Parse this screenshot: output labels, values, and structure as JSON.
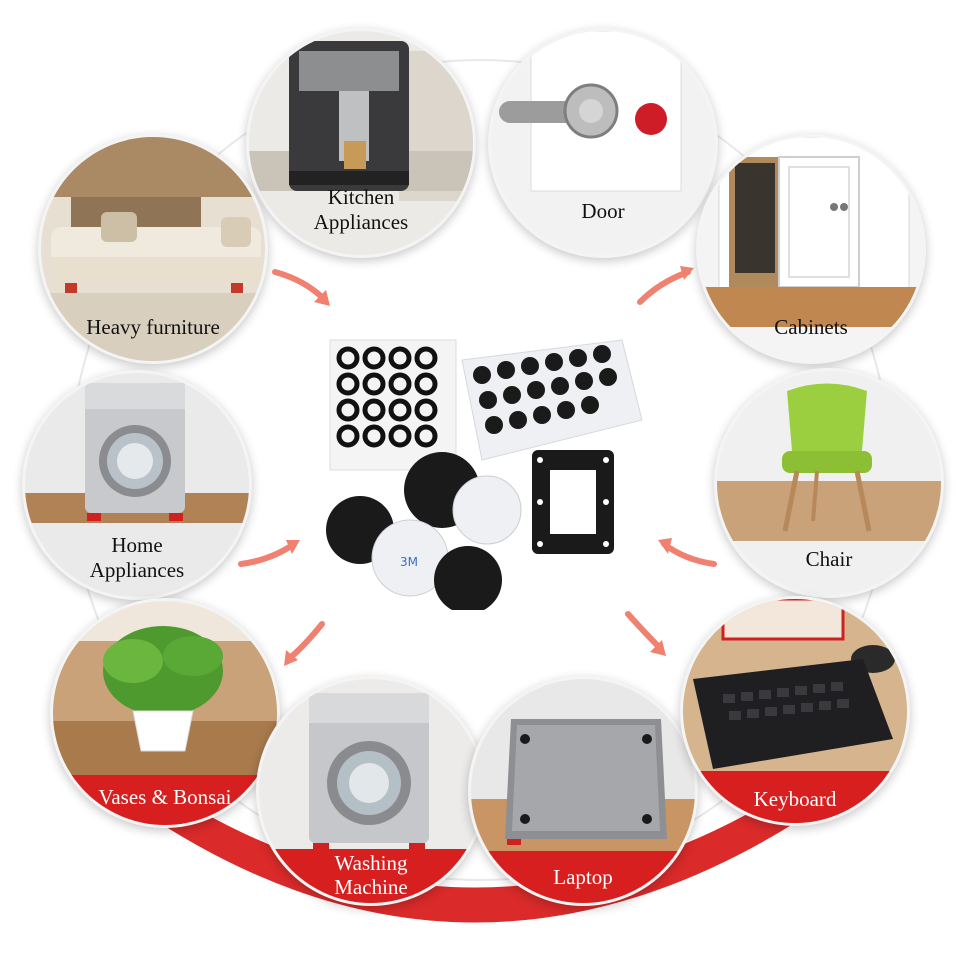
{
  "center": {
    "adhesive_text": "3M"
  },
  "bubbles": {
    "kitchen": {
      "label_line1": "Kitchen",
      "label_line2": "Appliances"
    },
    "door": {
      "label": "Door"
    },
    "heavy_furniture": {
      "label": "Heavy furniture"
    },
    "cabinets": {
      "label": "Cabinets"
    },
    "home_appliances": {
      "label_line1": "Home",
      "label_line2": "Appliances"
    },
    "chair": {
      "label": "Chair"
    },
    "vases": {
      "label": "Vases & Bonsai"
    },
    "washing": {
      "label_line1": "Washing",
      "label_line2": "Machine"
    },
    "laptop": {
      "label": "Laptop"
    },
    "keyboard": {
      "label": "Keyboard"
    }
  },
  "colors": {
    "accent_red": "#d81f1f",
    "arrow_salmon": "#f08070",
    "pad_black": "#1a1a1a"
  }
}
